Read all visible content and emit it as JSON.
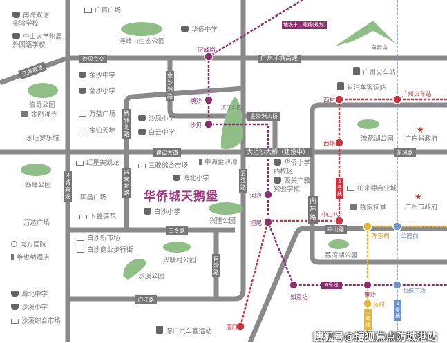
{
  "title": "华侨城天鹅堡",
  "colors": {
    "road": "#8a8a8a",
    "line5": "#c8343f",
    "line6": "#8a2f6c",
    "line1": "#e8b72d",
    "line2": "#6f93c9",
    "line12": "#8a2f6c",
    "park": "#8fbf86"
  },
  "pois": [
    "广百广场",
    "南海双语\n实验学校",
    "中山大学附属\n外国语学校",
    "浔峰山生态公园",
    "华侨中学",
    "金沙中学",
    "金沙小学",
    "伯奇公园",
    "金刚禅寺",
    "永旺梦乐城",
    "万益广场",
    "金铂天地",
    "沙凤小学",
    "白云中学",
    "红星美凯龙",
    "三骏综合市场",
    "中海金沙湾",
    "海北小学",
    "国昌广场",
    "卜蜂莲花",
    "白沙小学",
    "兴隆公园",
    "簕峰公园",
    "万达广场",
    "南方医院",
    "维也纳酒店",
    "白沙新市场",
    "白沙商业步行街",
    "兴联村公园",
    "沙溪公园",
    "海北中学",
    "沙溪小学",
    "沙溪综合市场",
    "滘口汽车客运站",
    "白云山",
    "广州火车站",
    "省汽车客运站",
    "流花湖公园",
    "广东省政府",
    "华侨小学\n西校区",
    "西关广雅\n实验学校",
    "柏来德商业城",
    "陈家祠堂",
    "广州市政府",
    "荔湾湖公园",
    "滨江公园"
  ],
  "roads": [
    "沙贝立交",
    "江海高速",
    "广州环城高速",
    "金沙洲路",
    "杭洲北路",
    "建设大道",
    "兴泉北路",
    "环城高速",
    "三乡路",
    "白沙路",
    "泊江路",
    "金沙洲大桥",
    "大坦沙大桥（建设中）",
    "东风路",
    "沿江路",
    "内环路",
    "中山路"
  ],
  "stations": [
    "浔峰岗",
    "横沙",
    "沙贝",
    "河沙",
    "坦尾",
    "如意坊",
    "滘口",
    "西村",
    "西场",
    "中山八",
    "广州火车站",
    "陈家祠",
    "公园前",
    "黄沙",
    "芳村",
    "海珠广场"
  ],
  "lines": [
    "地铁十二号线(规划)",
    "5号线",
    "6号线",
    "1号线",
    "2号线"
  ],
  "watermark": "搜狐号@搜狐焦点防城港站"
}
